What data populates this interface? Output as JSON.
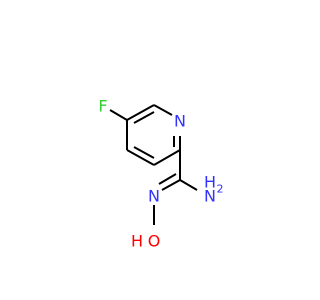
{
  "molecule": {
    "colors": {
      "bond": "#000000",
      "fluorine": "#33cc33",
      "nitrogen": "#3333ff",
      "oxygen": "#ff0000"
    },
    "atoms": {
      "fluorine": "F",
      "ring_nitrogen": "N",
      "imine_nitrogen": "N",
      "amine_n": "N",
      "amine_h": "H",
      "amine_h2": "2",
      "oxygen": "O",
      "hydroxyl_h": "H"
    }
  }
}
